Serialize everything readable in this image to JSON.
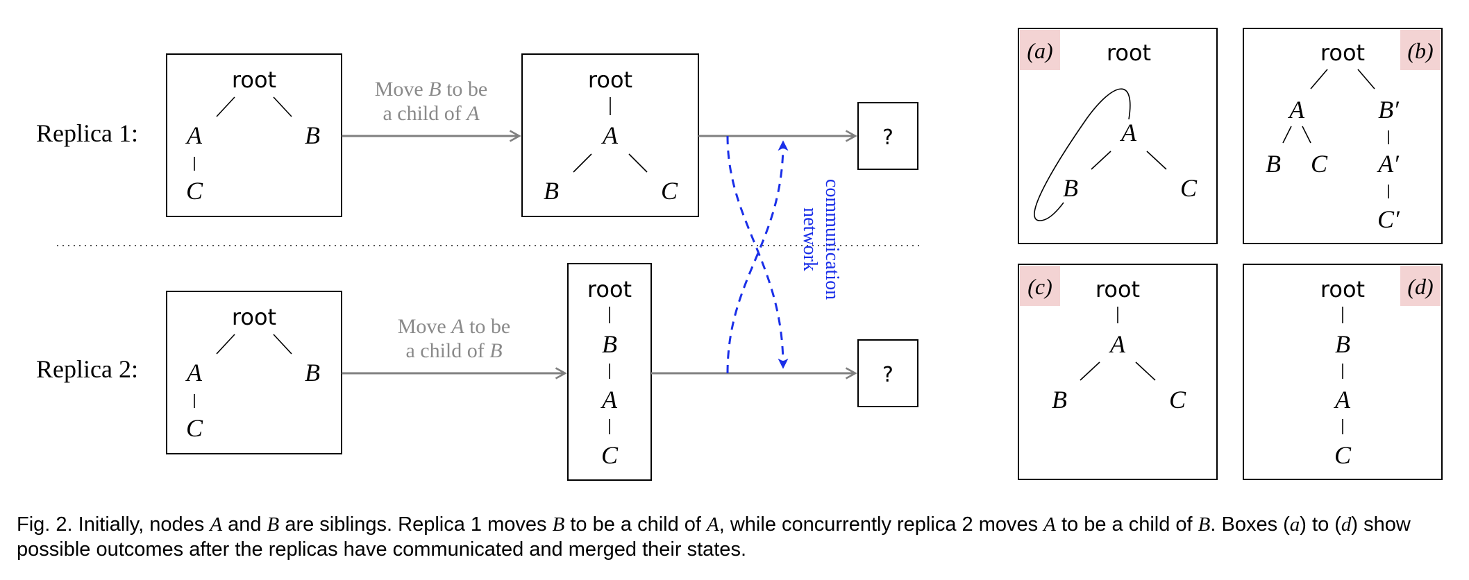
{
  "labels": {
    "replica1": "Replica 1:",
    "replica2": "Replica 2:"
  },
  "nodes": {
    "root": "root",
    "A": "A",
    "B": "B",
    "C": "C",
    "A_prime": "A′",
    "B_prime": "B′",
    "C_prime": "C′",
    "unknown": "?"
  },
  "operations": {
    "replica1": {
      "line1_pre": "Move ",
      "line1_var": "B",
      "line1_post": " to be",
      "line2_pre": "a child of ",
      "line2_var": "A"
    },
    "replica2": {
      "line1_pre": "Move ",
      "line1_var": "A",
      "line1_post": " to be",
      "line2_pre": "a child of ",
      "line2_var": "B"
    }
  },
  "network": {
    "line1": "network",
    "line2": "communication"
  },
  "outcomes": {
    "a": "(a)",
    "b": "(b)",
    "c": "(c)",
    "d": "(d)"
  },
  "caption": {
    "t1": "Fig. 2. Initially, nodes ",
    "v1": "A",
    "t2": " and ",
    "v2": "B",
    "t3": " are siblings. Replica 1 moves ",
    "v3": "B",
    "t4": " to be a child of ",
    "v4": "A",
    "t5": ", while concurrently replica 2 moves ",
    "v5": "A",
    "t6": " to be a child of ",
    "v6": "B",
    "t7": ". Boxes (",
    "v7": "a",
    "t8": ") to (",
    "v8": "d",
    "t9": ") show possible outcomes after the replicas have communicated and merged their states."
  },
  "colors": {
    "network": "#1a2fe8",
    "arrow": "#808080",
    "outcome_label_bg": "#f3d3d3"
  }
}
